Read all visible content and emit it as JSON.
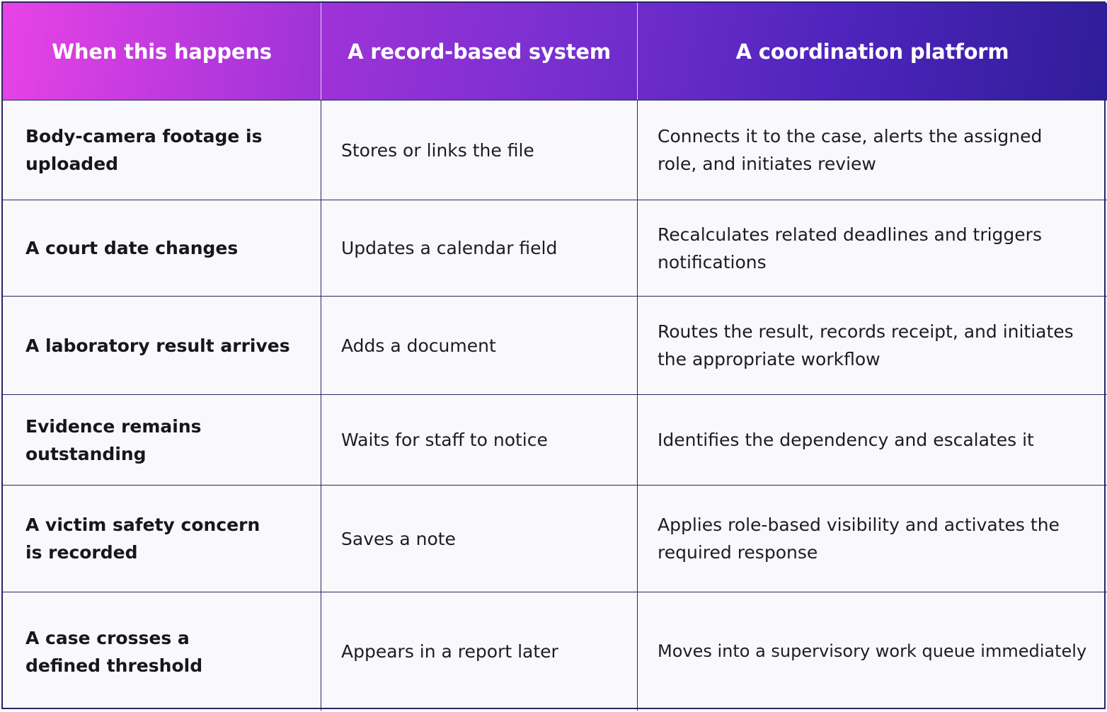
{
  "header": {
    "col1": "When this happens",
    "col2": "A record-based system",
    "col3": "A coordination platform"
  },
  "colors": {
    "header_gradient_start": "#e843e6",
    "header_gradient_end": "#2f1d98",
    "border": "#2a2466"
  },
  "rows": [
    {
      "event": "Body-camera footage is uploaded",
      "record_system": "Stores or links the file",
      "coordination_platform": "Connects it to the case, alerts the assigned role, and initiates review"
    },
    {
      "event": "A court date changes",
      "record_system": "Updates a calendar field",
      "coordination_platform": "Recalculates related deadlines and triggers notifications"
    },
    {
      "event": "A laboratory result arrives",
      "record_system": "Adds a document",
      "coordination_platform": "Routes the result, records receipt, and initiates the appropriate workflow"
    },
    {
      "event": "Evidence remains outstanding",
      "record_system": "Waits for staff to notice",
      "coordination_platform": "Identifies the dependency and escalates it"
    },
    {
      "event": "A victim safety concern is recorded",
      "record_system": "Saves a note",
      "coordination_platform": "Applies role-based visibility and activates the required response"
    },
    {
      "event": "A case crosses a defined threshold",
      "record_system": "Appears in a report later",
      "coordination_platform": "Moves into a supervisory work queue immediately"
    }
  ]
}
